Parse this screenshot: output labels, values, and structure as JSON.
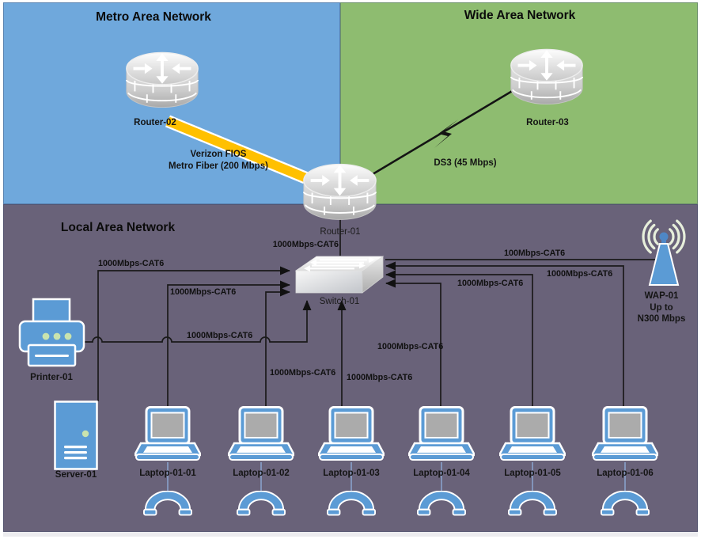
{
  "regions": {
    "metro": {
      "title": "Metro Area Network",
      "color": "#6FA8DC"
    },
    "wan": {
      "title": "Wide Area Network",
      "color": "#8EBC70"
    },
    "lan": {
      "title": "Local Area Network",
      "color": "#696279"
    }
  },
  "devices": {
    "router_02": {
      "label": "Router-02"
    },
    "router_03": {
      "label": "Router-03"
    },
    "router_01": {
      "label": "Router-01"
    },
    "switch_01": {
      "label": "Switch-01"
    },
    "printer_01": {
      "label": "Printer-01"
    },
    "server_01": {
      "label": "Server-01"
    },
    "wap_01": {
      "label": "WAP-01",
      "caption_line1": "Up to",
      "caption_line2": "N300 Mbps"
    },
    "laptops": [
      {
        "label": "Laptop-01-01"
      },
      {
        "label": "Laptop-01-02"
      },
      {
        "label": "Laptop-01-03"
      },
      {
        "label": "Laptop-01-04"
      },
      {
        "label": "Laptop-01-05"
      },
      {
        "label": "Laptop-01-06"
      }
    ],
    "device_color": "#5B9BD5"
  },
  "links": {
    "metro_fiber": {
      "line1": "Verizon FIOS",
      "line2": "Metro Fiber (200 Mbps)",
      "color": "#FFC000"
    },
    "ds3": {
      "label": "DS3 (45 Mbps)"
    },
    "router01_to_switch": {
      "label": "1000Mbps-CAT6"
    },
    "server_to_switch": {
      "label": "1000Mbps-CAT6"
    },
    "laptop1_to_switch": {
      "label": "1000Mbps-CAT6"
    },
    "laptop2_to_switch": {
      "label": "1000Mbps-CAT6"
    },
    "laptop3_to_switch": {
      "label": "1000Mbps-CAT6"
    },
    "laptop4_to_switch": {
      "label": "1000Mbps-CAT6"
    },
    "laptop5_to_switch": {
      "label": "1000Mbps-CAT6"
    },
    "laptop6_to_switch": {
      "label": "1000Mbps-CAT6"
    },
    "printer_to_switch": {
      "label": "1000Mbps-CAT6"
    },
    "wap_to_switch": {
      "label": "100Mbps-CAT6"
    }
  }
}
